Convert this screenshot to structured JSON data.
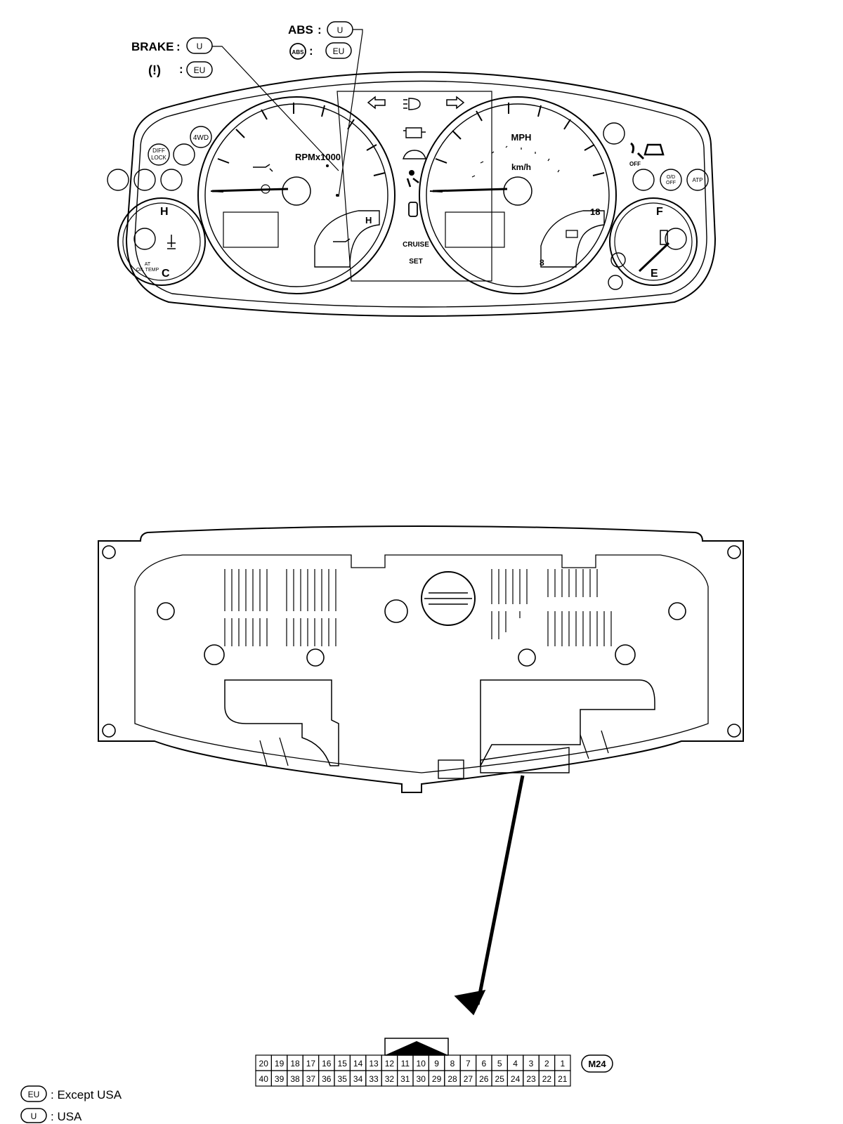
{
  "callouts": {
    "brake_label": "BRAKE",
    "abs_label": "ABS",
    "colon": ":",
    "badge_u": "U",
    "badge_eu": "EU",
    "abs_icon_text": "ABS",
    "brake_icon_text": "(!)"
  },
  "cluster": {
    "tach_label": "RPMx1000",
    "temp_hot": "H",
    "temp_cold": "C",
    "oil_temp_line1": "AT",
    "oil_temp_line2": "OIL TEMP",
    "oil_gauge_hot": "H",
    "speed_unit1": "MPH",
    "speed_unit2": "km/h",
    "volt_high": "18",
    "volt_low": "8",
    "fuel_full": "F",
    "fuel_empty": "E",
    "cruise": "CRUISE",
    "set": "SET",
    "btn_4wd": "4WD",
    "diff_line1": "DIFF",
    "diff_line2": "LOCK",
    "off_label": "OFF",
    "od_line1": "O/D",
    "od_line2": "OFF",
    "atp": "ATP"
  },
  "connector": {
    "id": "M24",
    "top_row": [
      "20",
      "19",
      "18",
      "17",
      "16",
      "15",
      "14",
      "13",
      "12",
      "11",
      "10",
      "9",
      "8",
      "7",
      "6",
      "5",
      "4",
      "3",
      "2",
      "1"
    ],
    "bottom_row": [
      "40",
      "39",
      "38",
      "37",
      "36",
      "35",
      "34",
      "33",
      "32",
      "31",
      "30",
      "29",
      "28",
      "27",
      "26",
      "25",
      "24",
      "23",
      "22",
      "21"
    ]
  },
  "legend": [
    {
      "badge": "EU",
      "text": ": Except USA"
    },
    {
      "badge": "U",
      "text": ": USA"
    }
  ]
}
